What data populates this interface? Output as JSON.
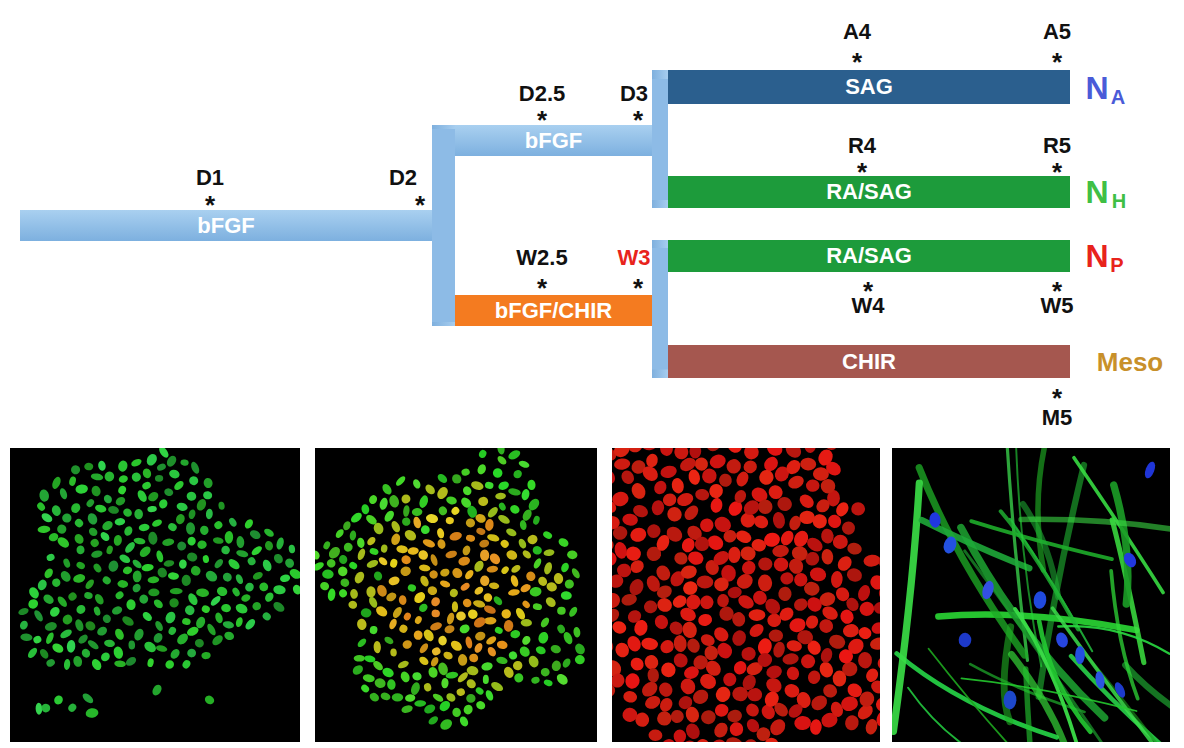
{
  "diagram": {
    "nodes": [
      {
        "text": [
          "bFGF"
        ]
      },
      {
        "text": [
          "bFGF"
        ]
      },
      {
        "text": [
          "bFGF/CHIR"
        ]
      },
      {
        "text": [
          "SAG"
        ]
      },
      {
        "text": [
          "RA/SAG"
        ]
      },
      {
        "text": [
          "RA/SAG"
        ]
      },
      {
        "text": [
          "CHIR"
        ]
      }
    ],
    "edges": [
      {
        "from": 0,
        "to": 1,
        "arrow": "none"
      },
      {
        "from": 0,
        "to": 2,
        "arrow": "none"
      },
      {
        "from": 1,
        "to": 3,
        "arrow": "none"
      },
      {
        "from": 1,
        "to": 4,
        "arrow": "none"
      },
      {
        "from": 2,
        "to": 5,
        "arrow": "none"
      },
      {
        "from": 2,
        "to": 6,
        "arrow": "none"
      }
    ],
    "labels": [
      "A4",
      "*",
      "A5",
      "*",
      "N",
      "A",
      "D2.5",
      "*",
      "D3",
      "*",
      "R4",
      "*",
      "R5",
      "*",
      "N",
      "H",
      "D1",
      "*",
      "D2",
      "*",
      "W2.5",
      "*",
      "W3",
      "*",
      "N",
      "P",
      "*",
      "W4",
      "*",
      "W5",
      "Meso",
      "*",
      "M5"
    ]
  }
}
